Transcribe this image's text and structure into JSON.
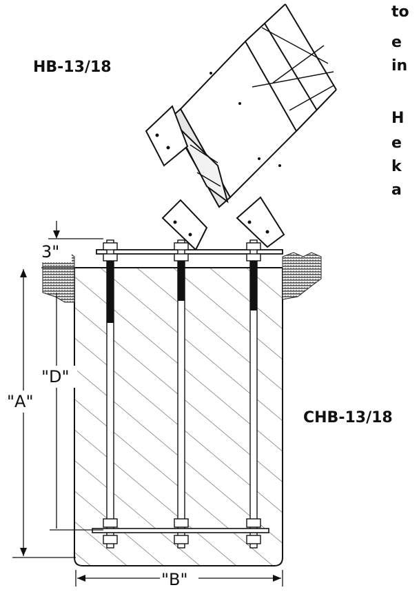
{
  "labels": {
    "base_model": "HB-13/18",
    "concrete_model": "CHB-13/18",
    "top_spacing": "3\"",
    "depth_a": "\"A\"",
    "embed_d": "\"D\"",
    "width_b": "\"B\""
  },
  "cropped_text": {
    "line1": "to",
    "line2": "e",
    "line3": "in",
    "line4": "H",
    "line5": "e",
    "line6": "k",
    "line7": "a"
  },
  "colors": {
    "line": "#111111",
    "hatch": "#555555",
    "soil": "#444444",
    "bolt_thread": "#111111"
  },
  "icons": {
    "soil": "soil-crosshatch-icon",
    "tower": "tower-section-icon"
  }
}
